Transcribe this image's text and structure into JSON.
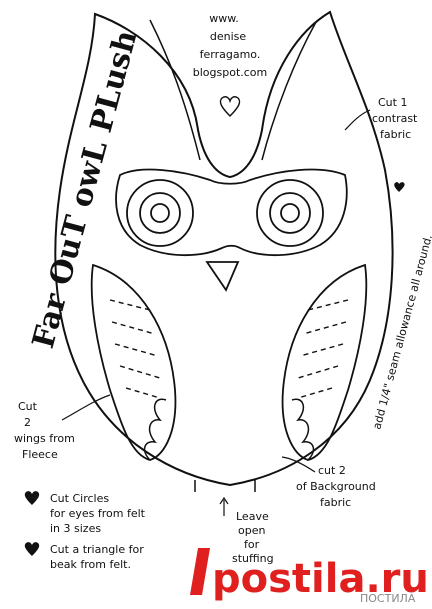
{
  "title": "Far OuT owL PLush",
  "blog": {
    "line1": "www.",
    "line2": "denise",
    "line3": "ferragamo.",
    "line4": "blogspot.com"
  },
  "labels": {
    "contrast_l1": "Cut 1",
    "contrast_l2": "contrast",
    "contrast_l3": "fabric",
    "seam": "add 1/4\" seam allowance all around.",
    "wings_l1": "Cut",
    "wings_l2": "2",
    "wings_l3": "wings from",
    "wings_l4": "Fleece",
    "background_l1": "cut 2",
    "background_l2": "of Background",
    "background_l3": "fabric",
    "open_l1": "Leave",
    "open_l2": "open",
    "open_l3": "for",
    "open_l4": "stuffing"
  },
  "notes": {
    "eyes_l1": "Cut Circles",
    "eyes_l2": "for eyes from felt",
    "eyes_l3": "in 3 sizes",
    "beak_l1": "Cut a triangle for",
    "beak_l2": "beak from felt."
  },
  "watermark": {
    "main": "postila.ru",
    "sub": "ПОСТИЛА"
  },
  "colors": {
    "ink": "#111111",
    "watermark": "#e0201f",
    "background": "#ffffff"
  },
  "icons": [
    "heart-icon"
  ]
}
